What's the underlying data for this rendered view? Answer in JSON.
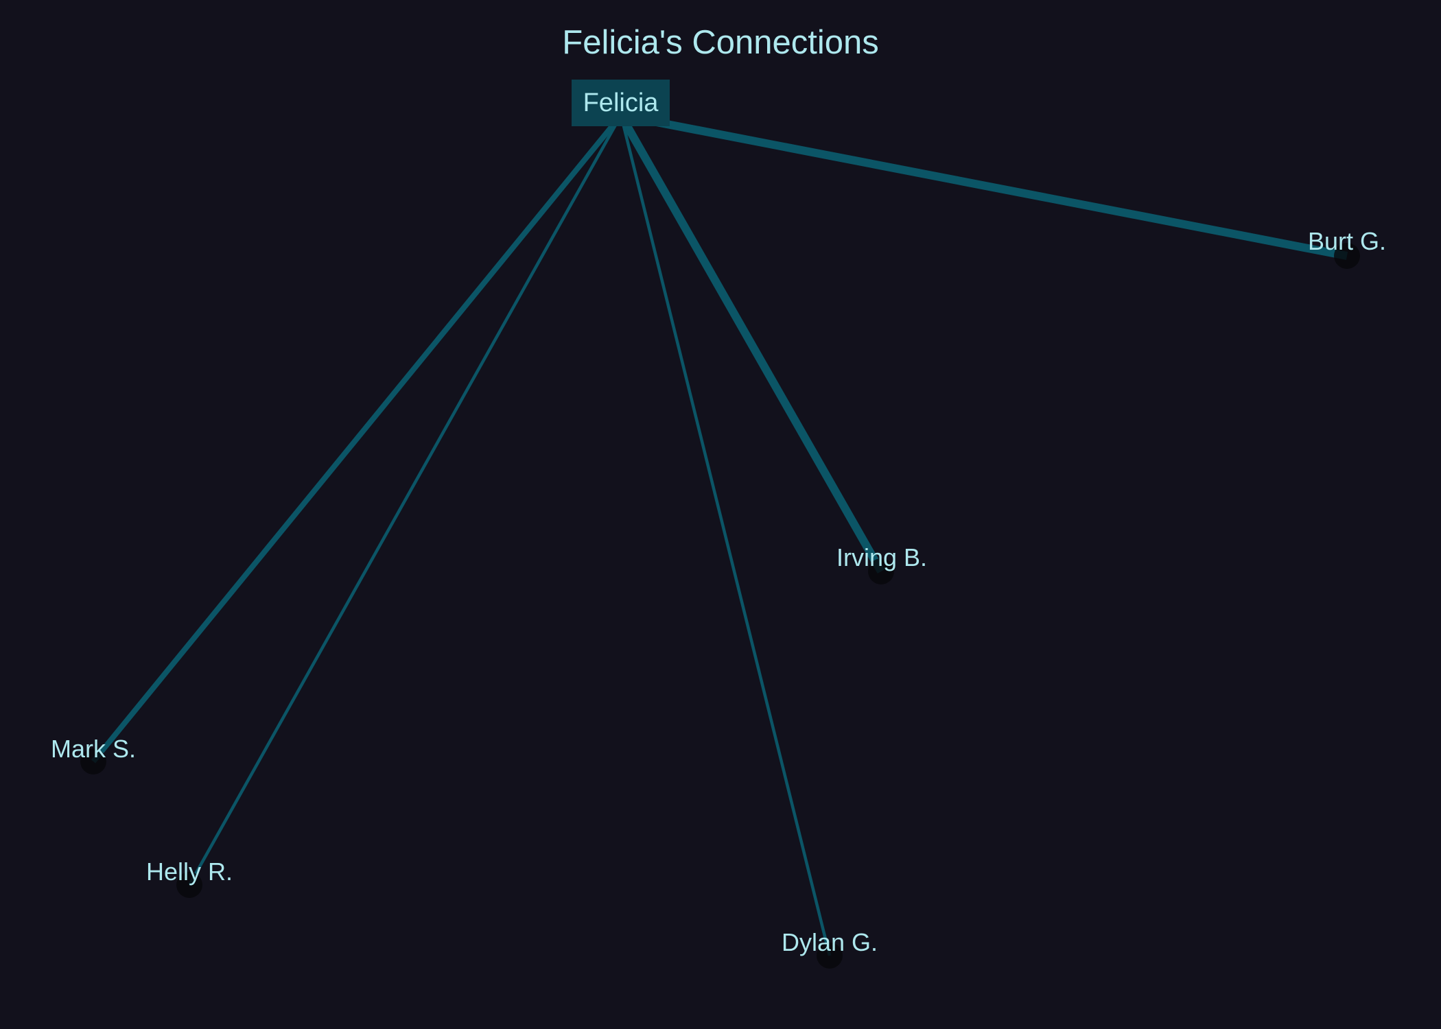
{
  "diagram": {
    "title": "Felicia's Connections",
    "center": {
      "label": "Felicia"
    },
    "connections": [
      {
        "label": "Burt G.",
        "strength": 3
      },
      {
        "label": "Irving B.",
        "strength": 3
      },
      {
        "label": "Mark S.",
        "strength": 2
      },
      {
        "label": "Helly R.",
        "strength": 1
      },
      {
        "label": "Dylan G.",
        "strength": 1
      }
    ]
  },
  "colors": {
    "background": "#12111c",
    "edge": "#0b5566",
    "center_box": "#0c4351",
    "text": "#aee8ee",
    "node_dot": "#07070b"
  }
}
